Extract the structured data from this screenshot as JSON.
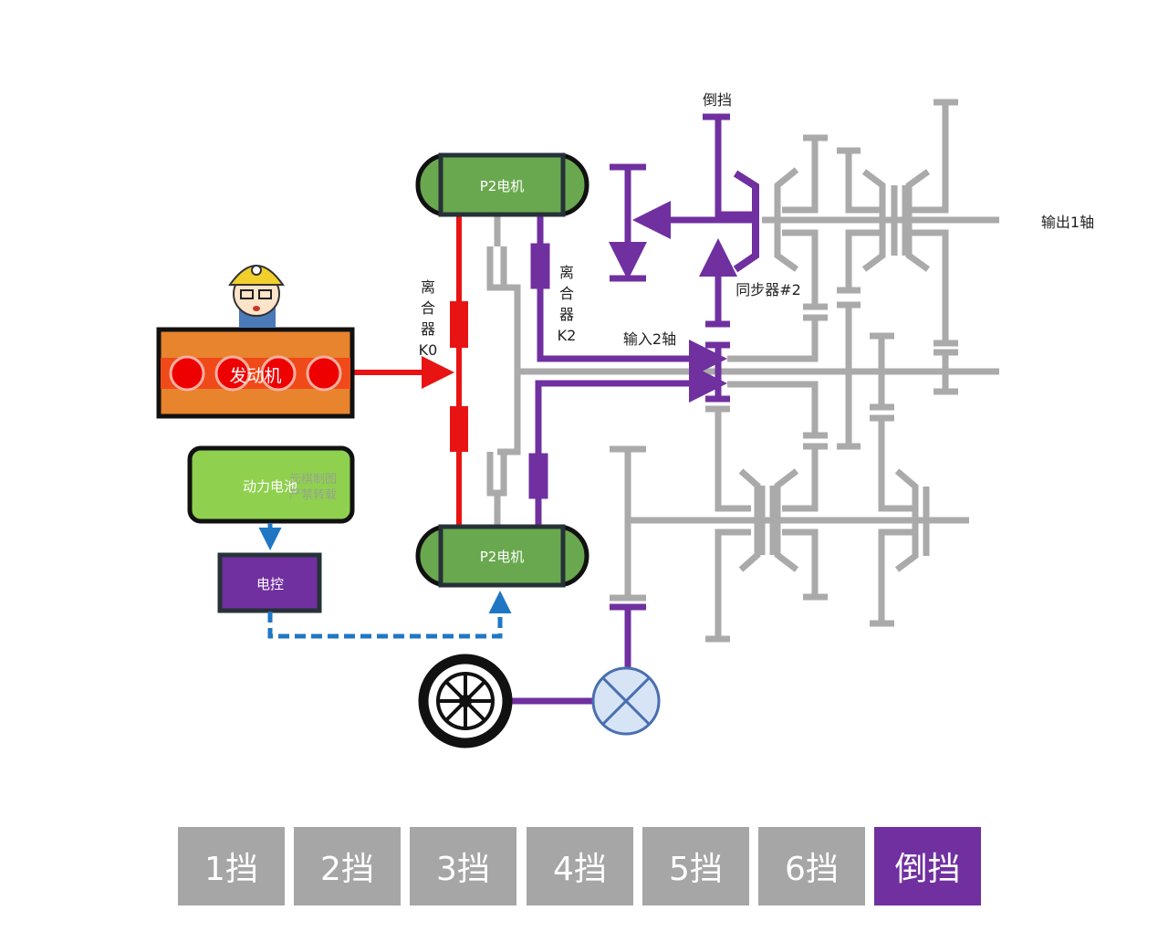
{
  "labels": {
    "reverse_gear": "倒挡",
    "output_shaft_1": "输出1轴",
    "synchronizer_2": "同步器#2",
    "input_shaft_2": "输入2轴",
    "clutch_k0": [
      "离",
      "合",
      "器",
      "K0"
    ],
    "clutch_k2": [
      "离",
      "合",
      "器",
      "K2"
    ],
    "p2_motor_top": "P2电机",
    "p2_motor_bottom": "P2电机",
    "engine": "发动机",
    "battery": "动力电池",
    "controller": "电控",
    "watermark": [
      "元棋制图",
      "严禁转载"
    ]
  },
  "gear_buttons": [
    {
      "label": "1挡",
      "active": false
    },
    {
      "label": "2挡",
      "active": false
    },
    {
      "label": "3挡",
      "active": false
    },
    {
      "label": "4挡",
      "active": false
    },
    {
      "label": "5挡",
      "active": false
    },
    {
      "label": "6挡",
      "active": false
    },
    {
      "label": "倒挡",
      "active": true
    }
  ],
  "colors": {
    "active_path": "#7030a0",
    "engine_path": "#e81414",
    "inactive": "#aaaaaa",
    "control_signal": "#1f77c4",
    "motor": "#6aa84f",
    "battery": "#8fd14f",
    "engine": "#e8832e"
  }
}
